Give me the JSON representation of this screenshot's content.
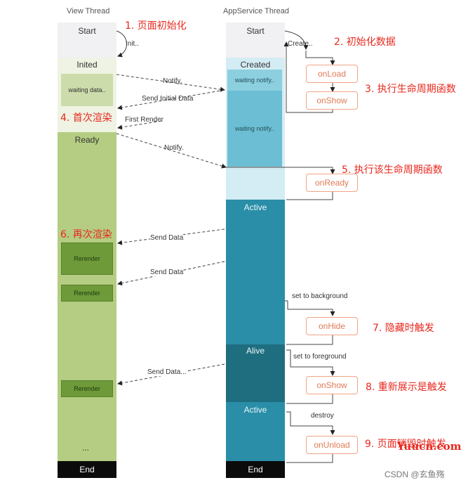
{
  "headers": {
    "view": "View Thread",
    "app": "AppService Thread"
  },
  "view_states": {
    "start": "Start",
    "inited": "Inited",
    "waiting": "waiting data..",
    "ready": "Ready",
    "rerender": "Rerender",
    "dots": "...",
    "end": "End"
  },
  "app_states": {
    "start": "Start",
    "created": "Created",
    "waiting1": "waiting notify..",
    "waiting2": "waiting notify..",
    "active": "Active",
    "alive": "Alive",
    "active2": "Active",
    "end": "End"
  },
  "lifecycle": {
    "onLoad": "onLoad",
    "onShow": "onShow",
    "onReady": "onReady",
    "onHide": "onHide",
    "onShow2": "onShow",
    "onUnload": "onUnload"
  },
  "arrows": {
    "init": "Init..",
    "create": "Create..",
    "notify1": "Notify.",
    "send_initial": "Send Initial Data",
    "first_render": "First Render",
    "notify2": "Notify.",
    "send_data1": "Send Data",
    "send_data2": "Send Data",
    "set_bg": "set to background",
    "set_fg": "set to foreground",
    "send_data3": "Send Data...",
    "destroy": "destroy"
  },
  "annotations": {
    "a1": "1. 页面初始化",
    "a2": "2. 初始化数据",
    "a3": "3. 执行生命周期函数",
    "a4": "4. 首次渲染",
    "a5": "5. 执行该生命周期函数",
    "a6": "6. 再次渲染",
    "a7": "7. 隐藏时触发",
    "a8": "8. 重新展示是触发",
    "a9": "9. 页面销毁时触发"
  },
  "watermark": {
    "site": "Yuucn.com",
    "credit": "CSDN @玄鱼殇"
  }
}
